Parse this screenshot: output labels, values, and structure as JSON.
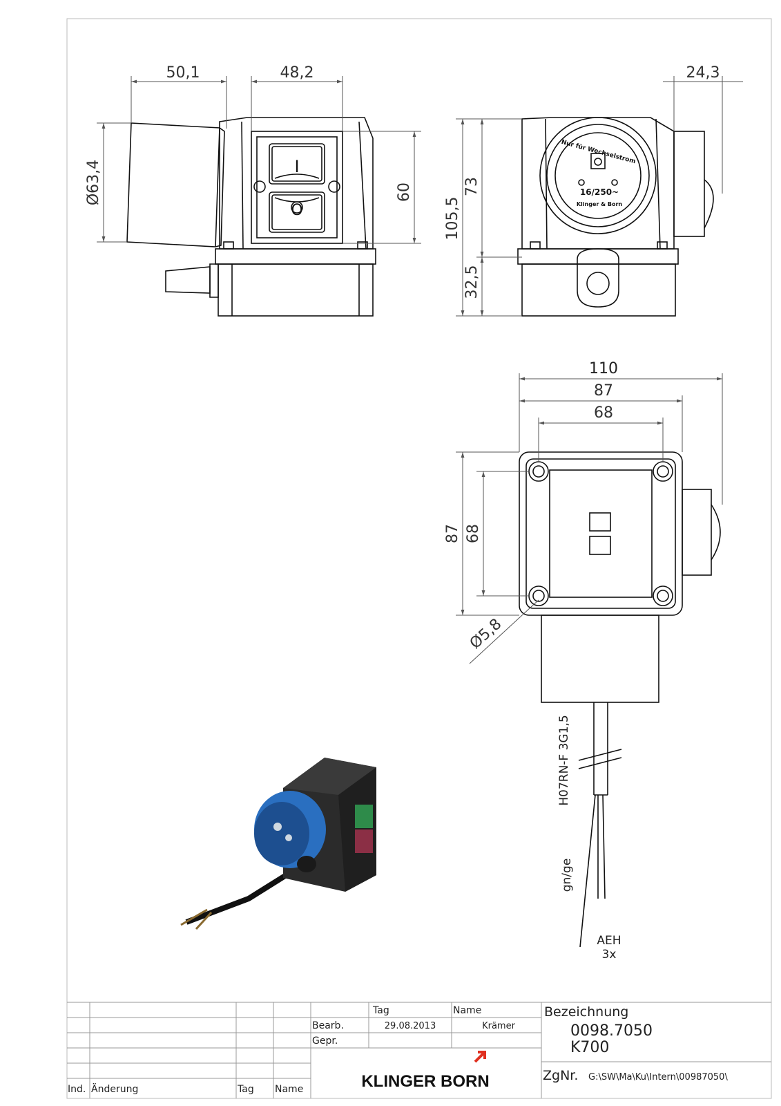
{
  "drawing": {
    "front_view": {
      "dims": {
        "width_left": "50,1",
        "width_switch": "48,2",
        "diameter": "Ø63,4",
        "height_switch": "60"
      },
      "switch_on_symbol": "I",
      "switch_off_symbol": "O"
    },
    "side_view": {
      "dims": {
        "depth_plug": "24,3",
        "total_height": "105,5",
        "upper_height": "73",
        "lower_height": "32,5"
      },
      "socket_text_arc": "Nur für Wechselstrom",
      "socket_rating": "16/250~",
      "socket_brand": "Klinger & Born"
    },
    "top_view": {
      "dims": {
        "overall_width": "110",
        "body_width": "87",
        "hole_spacing_x": "68",
        "body_height": "87",
        "hole_spacing_y": "68",
        "hole_diameter": "Ø5,8"
      }
    },
    "cable": {
      "type": "H07RN-F 3G1,5",
      "wire_color": "gn/ge",
      "ferrule": "AEH",
      "ferrule_count": "3x"
    }
  },
  "title_block": {
    "col_tag": "Tag",
    "col_name": "Name",
    "row_bearb": "Bearb.",
    "row_gepr": "Gepr.",
    "bearb_date": "29.08.2013",
    "bearb_name": "Krämer",
    "bezeichnung_label": "Bezeichnung",
    "part_number": "0098.7050",
    "part_name": "K700",
    "zgnr_label": "ZgNr.",
    "zgnr_path": "G:\\SW\\Ma\\Ku\\Intern\\00987050\\",
    "company": "KLINGER BORN",
    "rev_ind": "Ind.",
    "rev_change": "Änderung",
    "rev_tag": "Tag",
    "rev_name": "Name"
  },
  "colors": {
    "line": "#111111",
    "dim": "#555555",
    "plug_blue": "#2a6fc0",
    "housing": "#2b2b2b",
    "green_btn": "#2e8b4a",
    "red_btn": "#8b2f45",
    "logo_red": "#e03020"
  }
}
